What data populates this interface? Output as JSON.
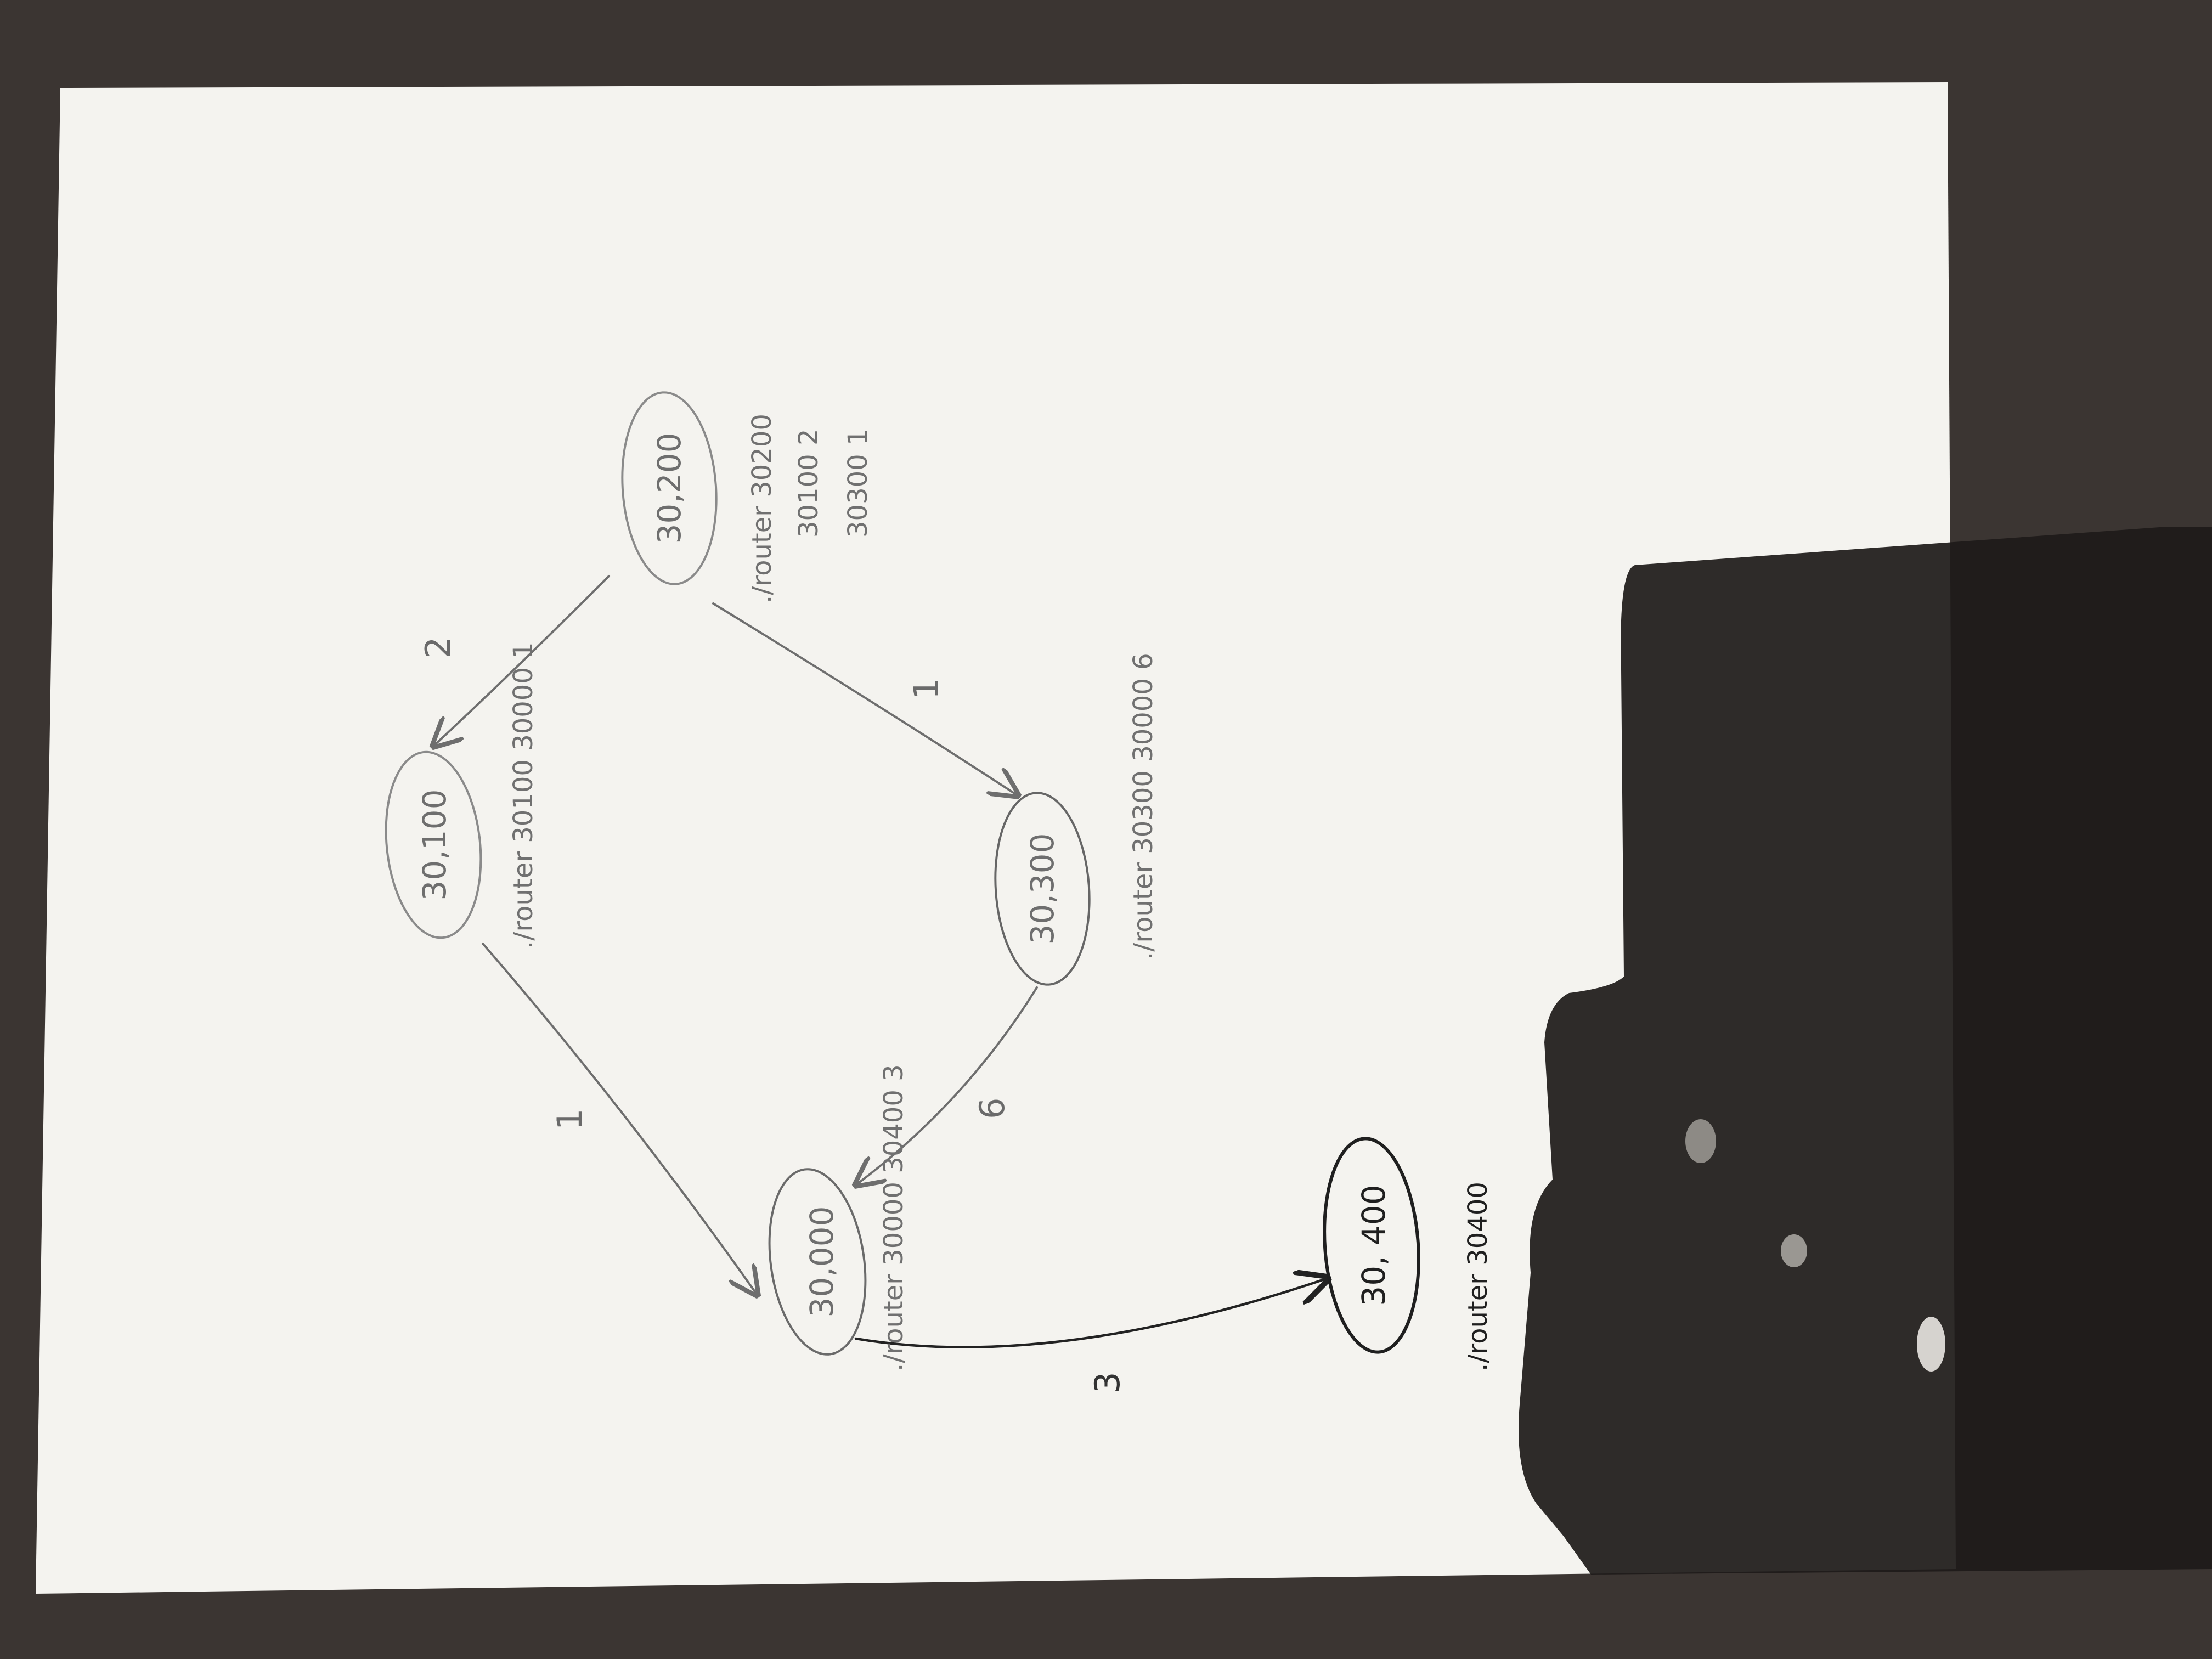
{
  "diagram": {
    "nodes": [
      {
        "id": "n30000",
        "label": "30,000",
        "command": "./router 30000 30400 3"
      },
      {
        "id": "n30100",
        "label": "30,100",
        "command": "./router 30100 30000 1"
      },
      {
        "id": "n30200",
        "label": "30,200",
        "command_lines": [
          "./router 30200",
          "30100 2",
          "30300 1"
        ]
      },
      {
        "id": "n30300",
        "label": "30,300",
        "command": "./router 30300 30000 6"
      },
      {
        "id": "n30400",
        "label": "30, 400",
        "command": "./router 30400"
      }
    ],
    "edges": [
      {
        "from": "n30100",
        "to": "n30000",
        "weight": "1"
      },
      {
        "from": "n30200",
        "to": "n30100",
        "weight": "2"
      },
      {
        "from": "n30200",
        "to": "n30300",
        "weight": "1"
      },
      {
        "from": "n30300",
        "to": "n30000",
        "weight": "6"
      },
      {
        "from": "n30000",
        "to": "n30400",
        "weight": "3"
      }
    ]
  },
  "colors": {
    "background": "#3b3532",
    "paper": "#f4f3ef",
    "pencil": "#6e6e6e",
    "ink": "#1f1f1f",
    "shadow": "#1c1918"
  }
}
